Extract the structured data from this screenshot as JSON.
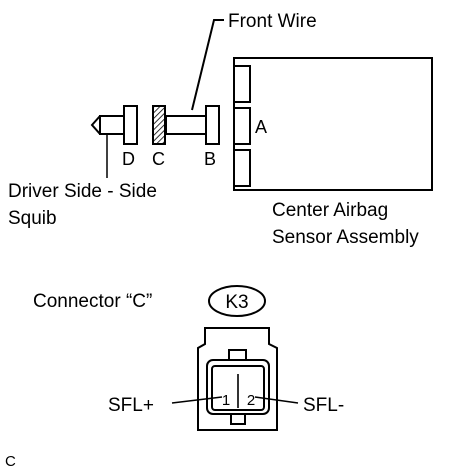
{
  "labels": {
    "front_wire": "Front Wire",
    "part_a": "A",
    "part_b": "B",
    "part_c": "C",
    "part_d": "D",
    "driver_squib_line1": "Driver Side - Side",
    "driver_squib_line2": "Squib",
    "airbag_sensor_line1": "Center Airbag",
    "airbag_sensor_line2": "Sensor Assembly",
    "connector_title": "Connector “C”",
    "connector_code": "K3",
    "pin_1": "1",
    "pin_2": "2",
    "pin_1_signal": "SFL+",
    "pin_2_signal": "SFL-",
    "figure_letter": "C"
  }
}
